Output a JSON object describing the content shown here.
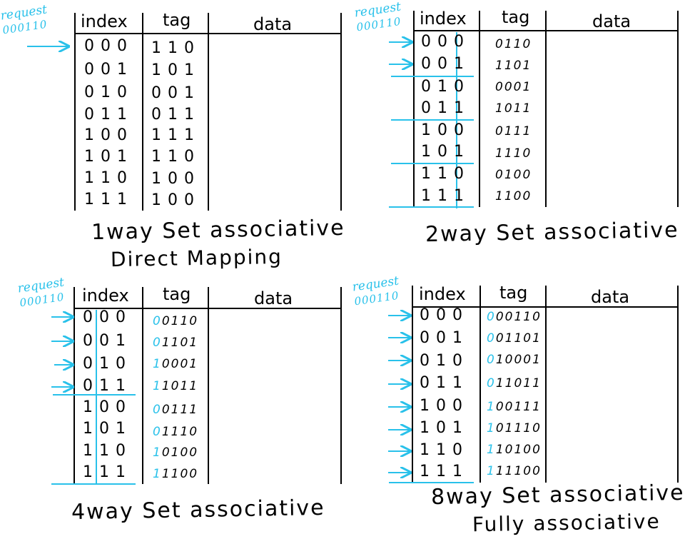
{
  "headers": {
    "index": "index",
    "tag": "tag",
    "data": "data"
  },
  "request": {
    "label": "request",
    "address": "000110"
  },
  "colors": {
    "ink": "#000000",
    "accent": "#29c1ea"
  },
  "panels": [
    {
      "id": "p1",
      "caption": "1way Set associative",
      "subcaption": "Direct Mapping",
      "rows": [
        {
          "index": "000",
          "tag_hi": "",
          "tag": "110"
        },
        {
          "index": "001",
          "tag_hi": "",
          "tag": "101"
        },
        {
          "index": "010",
          "tag_hi": "",
          "tag": "001"
        },
        {
          "index": "011",
          "tag_hi": "",
          "tag": "011"
        },
        {
          "index": "100",
          "tag_hi": "",
          "tag": "111"
        },
        {
          "index": "101",
          "tag_hi": "",
          "tag": "110"
        },
        {
          "index": "110",
          "tag_hi": "",
          "tag": "100"
        },
        {
          "index": "111",
          "tag_hi": "",
          "tag": "100"
        }
      ]
    },
    {
      "id": "p2",
      "caption": "2way Set associative",
      "subcaption": "",
      "rows": [
        {
          "index": "000",
          "tag_hi": "",
          "tag": "0110"
        },
        {
          "index": "001",
          "tag_hi": "",
          "tag": "1101"
        },
        {
          "index": "010",
          "tag_hi": "",
          "tag": "0001"
        },
        {
          "index": "011",
          "tag_hi": "",
          "tag": "1011"
        },
        {
          "index": "100",
          "tag_hi": "",
          "tag": "0111"
        },
        {
          "index": "101",
          "tag_hi": "",
          "tag": "1110"
        },
        {
          "index": "110",
          "tag_hi": "",
          "tag": "0100"
        },
        {
          "index": "111",
          "tag_hi": "",
          "tag": "1100"
        }
      ]
    },
    {
      "id": "p3",
      "caption": "4way Set associative",
      "subcaption": "",
      "rows": [
        {
          "index": "000",
          "tag_hi": "0",
          "tag": "0110"
        },
        {
          "index": "001",
          "tag_hi": "0",
          "tag": "1101"
        },
        {
          "index": "010",
          "tag_hi": "1",
          "tag": "0001"
        },
        {
          "index": "011",
          "tag_hi": "1",
          "tag": "1011"
        },
        {
          "index": "100",
          "tag_hi": "0",
          "tag": "0111"
        },
        {
          "index": "101",
          "tag_hi": "0",
          "tag": "1110"
        },
        {
          "index": "110",
          "tag_hi": "1",
          "tag": "0100"
        },
        {
          "index": "111",
          "tag_hi": "1",
          "tag": "1100"
        }
      ]
    },
    {
      "id": "p4",
      "caption": "8way Set associative",
      "subcaption": "Fully associative",
      "rows": [
        {
          "index": "000",
          "tag_hi": "0",
          "tag": "00110"
        },
        {
          "index": "001",
          "tag_hi": "0",
          "tag": "01101"
        },
        {
          "index": "010",
          "tag_hi": "0",
          "tag": "10001"
        },
        {
          "index": "011",
          "tag_hi": "0",
          "tag": "11011"
        },
        {
          "index": "100",
          "tag_hi": "1",
          "tag": "00111"
        },
        {
          "index": "101",
          "tag_hi": "1",
          "tag": "01110"
        },
        {
          "index": "110",
          "tag_hi": "1",
          "tag": "10100"
        },
        {
          "index": "111",
          "tag_hi": "1",
          "tag": "11100"
        }
      ]
    }
  ]
}
